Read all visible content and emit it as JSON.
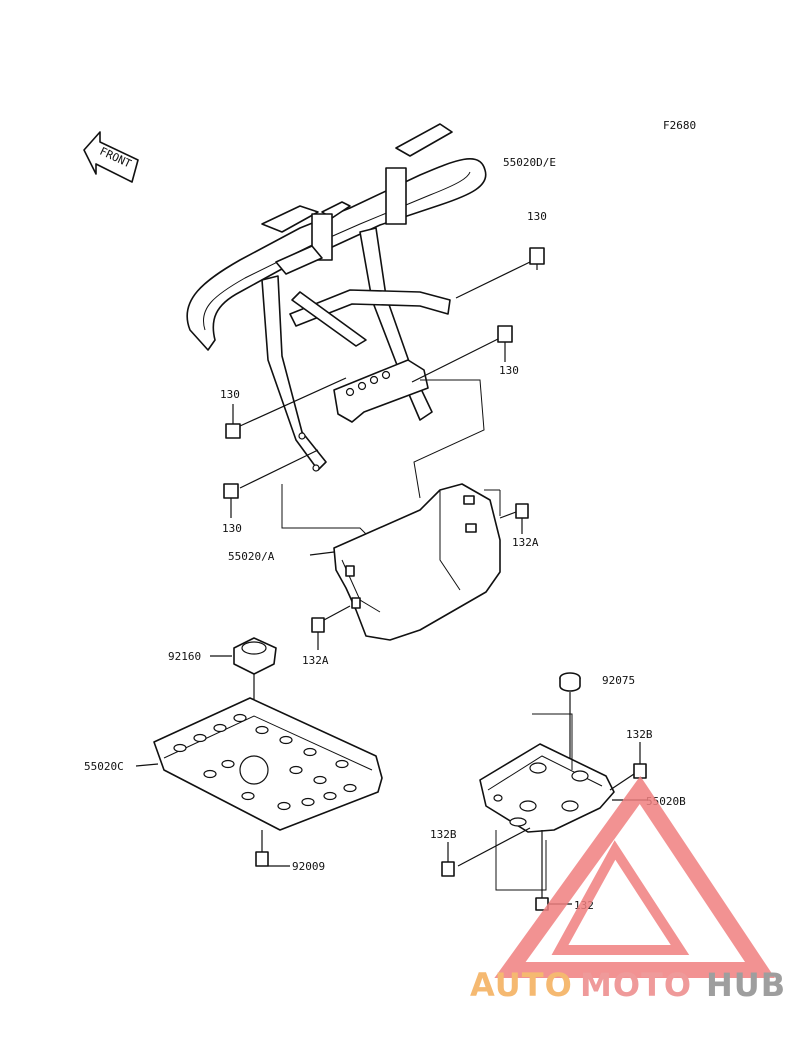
{
  "figure_code": "F2680",
  "front_arrow_label": "FRONT",
  "callouts": {
    "c_55020de": "55020D/E",
    "c_130_top": "130",
    "c_130_right": "130",
    "c_130_left_a": "130",
    "c_130_left_b": "130",
    "c_55020a": "55020/A",
    "c_132a_right": "132A",
    "c_132a_bottom": "132A",
    "c_92160": "92160",
    "c_55020c": "55020C",
    "c_92009": "92009",
    "c_92075": "92075",
    "c_132b_top": "132B",
    "c_55020b": "55020B",
    "c_132b_left": "132B",
    "c_132": "132"
  },
  "watermark": {
    "part1": "AUTO",
    "part2": "MOTO",
    "part3": "HUB",
    "color_auto": "#f5b971",
    "color_moto": "#ef9a9a",
    "color_hub": "#9e9e9e",
    "logo_color": "#f08080"
  }
}
